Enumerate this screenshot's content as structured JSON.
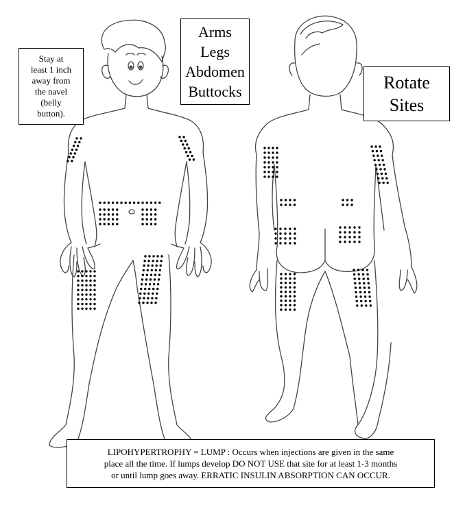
{
  "navel_note": {
    "lines": [
      "Stay at",
      "least 1 inch",
      "away from",
      "the navel",
      "(belly",
      "button)."
    ]
  },
  "site_list": {
    "items": [
      "Arms",
      "Legs",
      "Abdomen",
      "Buttocks"
    ]
  },
  "rotate_box": {
    "lines": [
      "Rotate",
      "Sites"
    ]
  },
  "warning": {
    "lines": [
      "LIPOHYPERTROPHY = LUMP :  Occurs when injections are given in the same",
      "place all the time.  If  lumps develop  DO NOT USE that site for at least 1-3 months",
      "or until  lump goes away.   ERRATIC INSULIN ABSORPTION CAN OCCUR."
    ]
  },
  "colors": {
    "ink": "#000000",
    "paper": "#ffffff",
    "outline": "#444444"
  },
  "figures": {
    "front": {
      "icon": "child-front-outline"
    },
    "back": {
      "icon": "child-back-outline"
    }
  },
  "injection_zones": [
    {
      "id": "front-right-arm"
    },
    {
      "id": "front-left-arm"
    },
    {
      "id": "front-abdomen"
    },
    {
      "id": "front-right-thigh"
    },
    {
      "id": "front-left-thigh"
    },
    {
      "id": "back-left-arm"
    },
    {
      "id": "back-right-arm"
    },
    {
      "id": "back-left-flank"
    },
    {
      "id": "back-right-flank"
    },
    {
      "id": "back-left-buttock"
    },
    {
      "id": "back-right-buttock"
    },
    {
      "id": "back-left-thigh"
    },
    {
      "id": "back-right-thigh"
    }
  ]
}
